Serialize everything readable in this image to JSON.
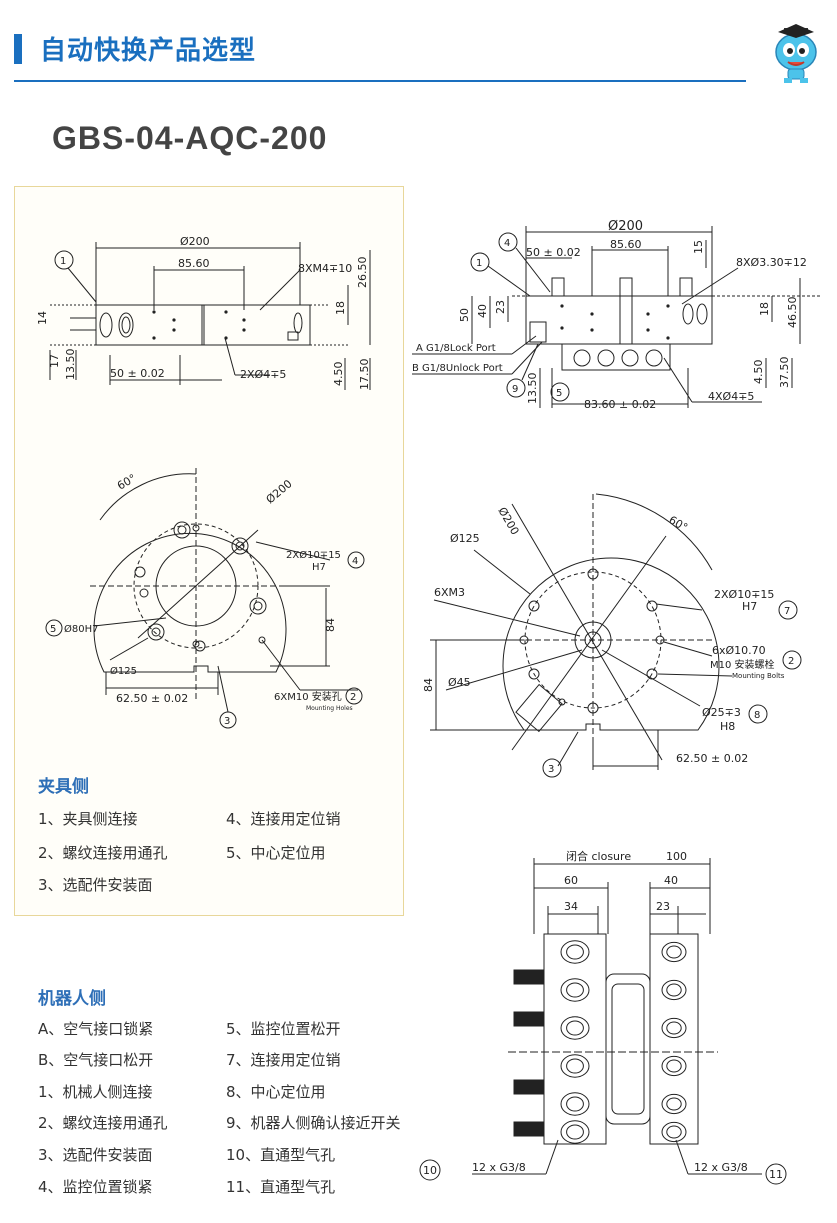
{
  "header": {
    "title": "自动快换产品选型"
  },
  "model": "GBS-04-AQC-200",
  "tool_side": {
    "title": "夹具侧",
    "items": [
      "1、夹具侧连接",
      "4、连接用定位销",
      "2、螺纹连接用通孔",
      "5、中心定位用",
      "3、选配件安装面"
    ]
  },
  "robot_side": {
    "title": "机器人侧",
    "items": [
      "A、空气接口锁紧",
      "5、监控位置松开",
      "B、空气接口松开",
      "7、连接用定位销",
      "1、机械人侧连接",
      "8、中心定位用",
      "2、螺纹连接用通孔",
      "9、机器人侧确认接近开关",
      "3、选配件安装面",
      "10、直通型气孔",
      "4、监控位置锁紧",
      "11、直通型气孔"
    ]
  },
  "dims": {
    "d1": {
      "dia": "Ø200",
      "w1": "85.60",
      "hole": "8XM4∓10",
      "h1": "26.50",
      "h2": "18",
      "h3": "14",
      "h4": "17",
      "h5": "13.50",
      "h6": "4.50",
      "h7": "17.50",
      "base": "50 ± 0.02",
      "pin": "2XØ4∓5",
      "c1": "1"
    },
    "d2": {
      "dia": "Ø200",
      "w1": "50 ± 0.02",
      "w2": "85.60",
      "h15": "15",
      "hole": "8XØ3.30∓12",
      "h1": "50",
      "h2": "40",
      "h3": "23",
      "h4": "18",
      "h5": "46.50",
      "h6": "4.50",
      "h7": "37.50",
      "h8": "13.50",
      "portA": "A G1/8Lock Port",
      "portB": "B G1/8Unlock Port",
      "base": "83.60 ± 0.02",
      "pin": "4XØ4∓5",
      "c4": "4",
      "c1": "1",
      "c9": "9",
      "c5": "5"
    },
    "d3": {
      "ang": "60°",
      "dia": "Ø200",
      "pin": "2XØ10∓15",
      "pin2": "H7",
      "c4": "4",
      "center": "Ø80H7",
      "c5": "5",
      "h": "84",
      "pcd": "Ø125",
      "base": "62.50 ± 0.02",
      "thread": "6XM10 安装孔",
      "thread_en": "Mounting Holes",
      "c2": "2",
      "c3": "3"
    },
    "d4": {
      "dia": "Ø200",
      "ang": "60°",
      "pcd": "Ø125",
      "m3": "6XM3",
      "pin": "2XØ10∓15",
      "pin2": "H7",
      "c7": "7",
      "bolt": "6xØ10.70",
      "bolt2": "M10 安装螺栓",
      "bolt_en": "Mounting Bolts",
      "c2": "2",
      "h": "84",
      "small": "Ø45",
      "center": "Ø25∓3",
      "center2": "H8",
      "c8": "8",
      "c3": "3",
      "base": "62.50 ± 0.02"
    },
    "d5": {
      "closure": "闭合 closure",
      "total": "100",
      "w60": "60",
      "w40": "40",
      "w34": "34",
      "w23": "23",
      "portL": "12 x G3/8",
      "portR": "12 x G3/8",
      "c10": "10",
      "c11": "11"
    }
  },
  "colors": {
    "accent": "#1a6fbf",
    "panel_border": "#e8d79a"
  }
}
